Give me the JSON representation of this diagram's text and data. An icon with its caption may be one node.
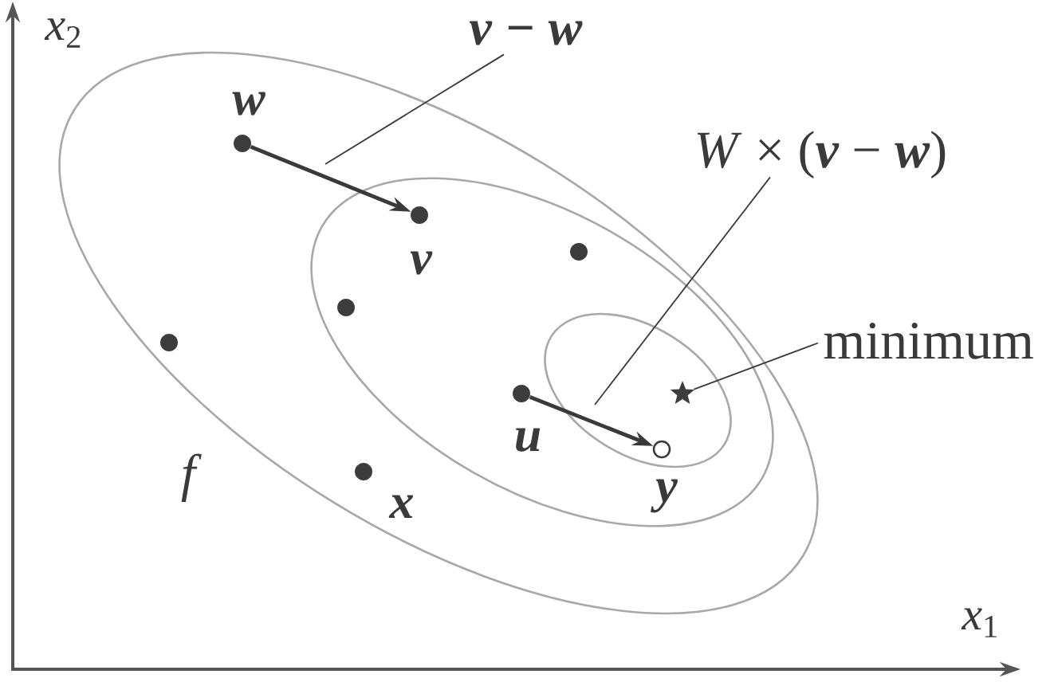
{
  "diagram": {
    "nodes": [
      {
        "text": [
          "v − w"
        ]
      },
      {
        "text": [],
        "shape": "circle",
        "beside": [
          "w"
        ]
      },
      {
        "text": [
          "*W* × (**v** − **w**)"
        ]
      },
      {
        "text": [],
        "shape": "circle",
        "beside": [
          "v"
        ]
      },
      {
        "text": [],
        "shape": "circle"
      },
      {
        "text": [],
        "shape": "circle"
      },
      {
        "text": [],
        "shape": "circle"
      },
      {
        "text": [
          "minimum"
        ]
      },
      {
        "text": [],
        "shape": "star"
      },
      {
        "text": [],
        "shape": "circle",
        "beside": [
          "u"
        ]
      },
      {
        "text": [],
        "shape": "circle",
        "beside": [
          "y"
        ]
      },
      {
        "text": [],
        "shape": "circle",
        "beside": [
          "x"
        ]
      }
    ],
    "edges": [
      {
        "from": 0,
        "to": null,
        "arrow": "none"
      },
      {
        "from": 1,
        "to": 3,
        "arrow": "to",
        "style": "thick"
      },
      {
        "from": 2,
        "to": null,
        "arrow": "none"
      },
      {
        "from": 7,
        "to": 8,
        "arrow": "none"
      },
      {
        "from": 9,
        "to": 10,
        "arrow": "to",
        "style": "thick"
      }
    ],
    "labels": [
      "*x*$_{2}$",
      "f",
      "*x*$_{1}$"
    ]
  }
}
